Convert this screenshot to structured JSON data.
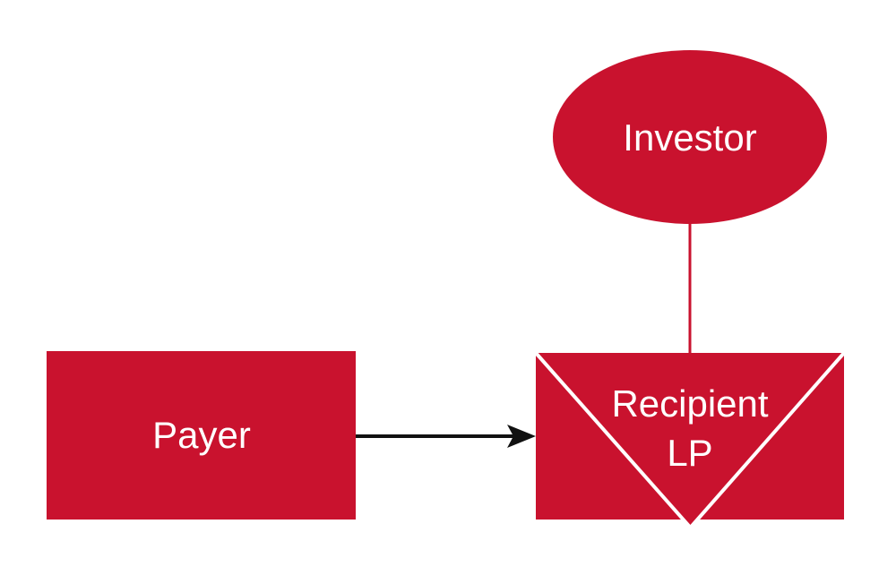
{
  "diagram": {
    "colors": {
      "red": "#C9122E",
      "black": "#111111",
      "white": "#ffffff",
      "background": "#ffffff"
    },
    "nodes": {
      "investor": {
        "shape": "ellipse",
        "label": "Investor"
      },
      "payer": {
        "shape": "rectangle",
        "label": "Payer"
      },
      "recipient": {
        "shape": "rectangle-with-v",
        "label_line1": "Recipient",
        "label_line2": "LP"
      }
    },
    "edges": {
      "investor_to_recipient": {
        "style": "plain-line",
        "color": "#C9122E"
      },
      "payer_to_recipient": {
        "style": "arrow",
        "color": "#111111"
      }
    }
  }
}
